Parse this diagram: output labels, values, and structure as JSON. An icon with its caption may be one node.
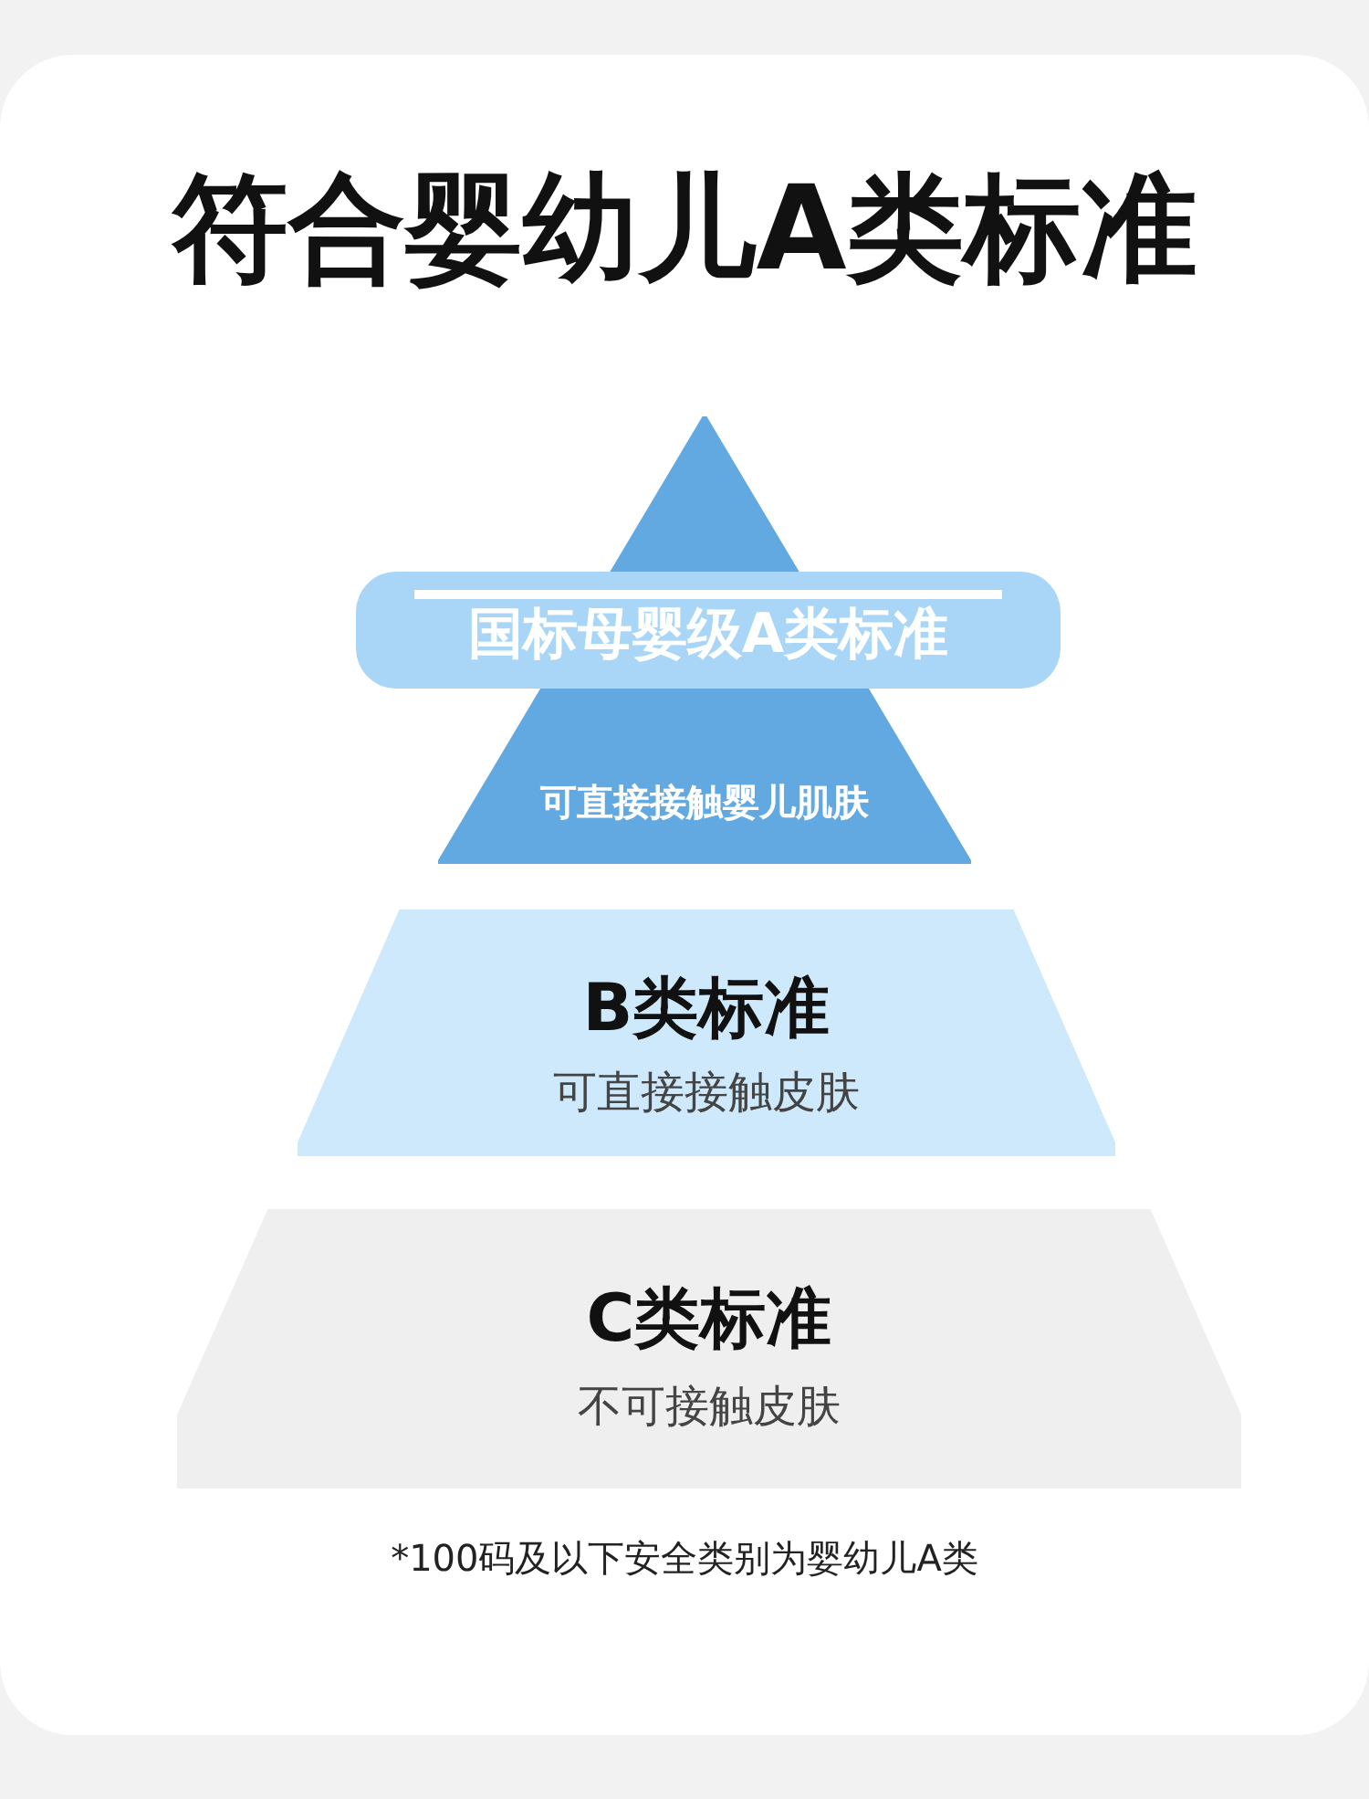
{
  "diagram": {
    "title": "符合婴幼儿A类标准",
    "nodes": [
      {
        "text": [
          "可直接接触婴儿肌肤"
        ]
      },
      {
        "text": [
          "国标母婴级A类标准"
        ]
      },
      {
        "text": [
          "B类标准",
          "可直接接触皮肤"
        ]
      },
      {
        "text": [
          "C类标准",
          "不可接触皮肤"
        ]
      }
    ],
    "caption": "*100码及以下安全类别为婴幼儿A类"
  }
}
